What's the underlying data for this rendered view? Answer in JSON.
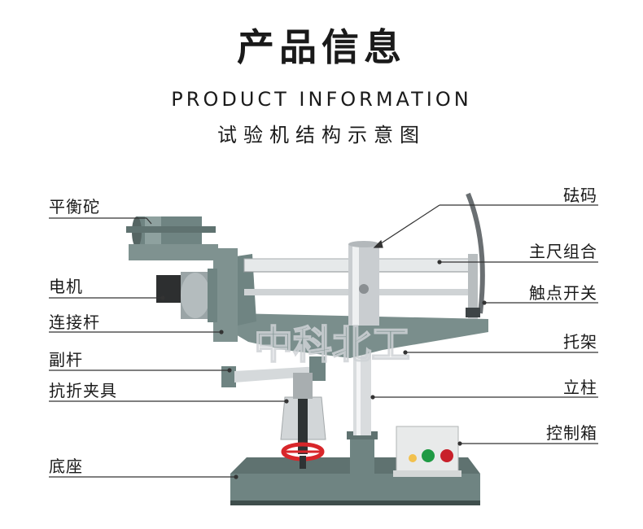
{
  "header": {
    "title": "产品信息",
    "subtitle_en": "PRODUCT INFORMATION",
    "subtitle_cn": "试验机结构示意图"
  },
  "labels_left": {
    "balance_weight": "平衡砣",
    "motor": "电机",
    "connecting_rod": "连接杆",
    "auxiliary_rod": "副杆",
    "bending_fixture": "抗折夹具",
    "base": "底座"
  },
  "labels_right": {
    "weight": "砝码",
    "main_scale": "主尺组合",
    "contact_switch": "触点开关",
    "bracket": "托架",
    "column": "立柱",
    "control_box": "控制箱"
  },
  "watermark": "中科北工",
  "colors": {
    "machine_green": "#6f8482",
    "machine_dark": "#4d5e5c",
    "steel": "#c8cdd0",
    "handwheel_red": "#d8262a",
    "button_green": "#1f9a44",
    "button_red": "#c8202a"
  }
}
